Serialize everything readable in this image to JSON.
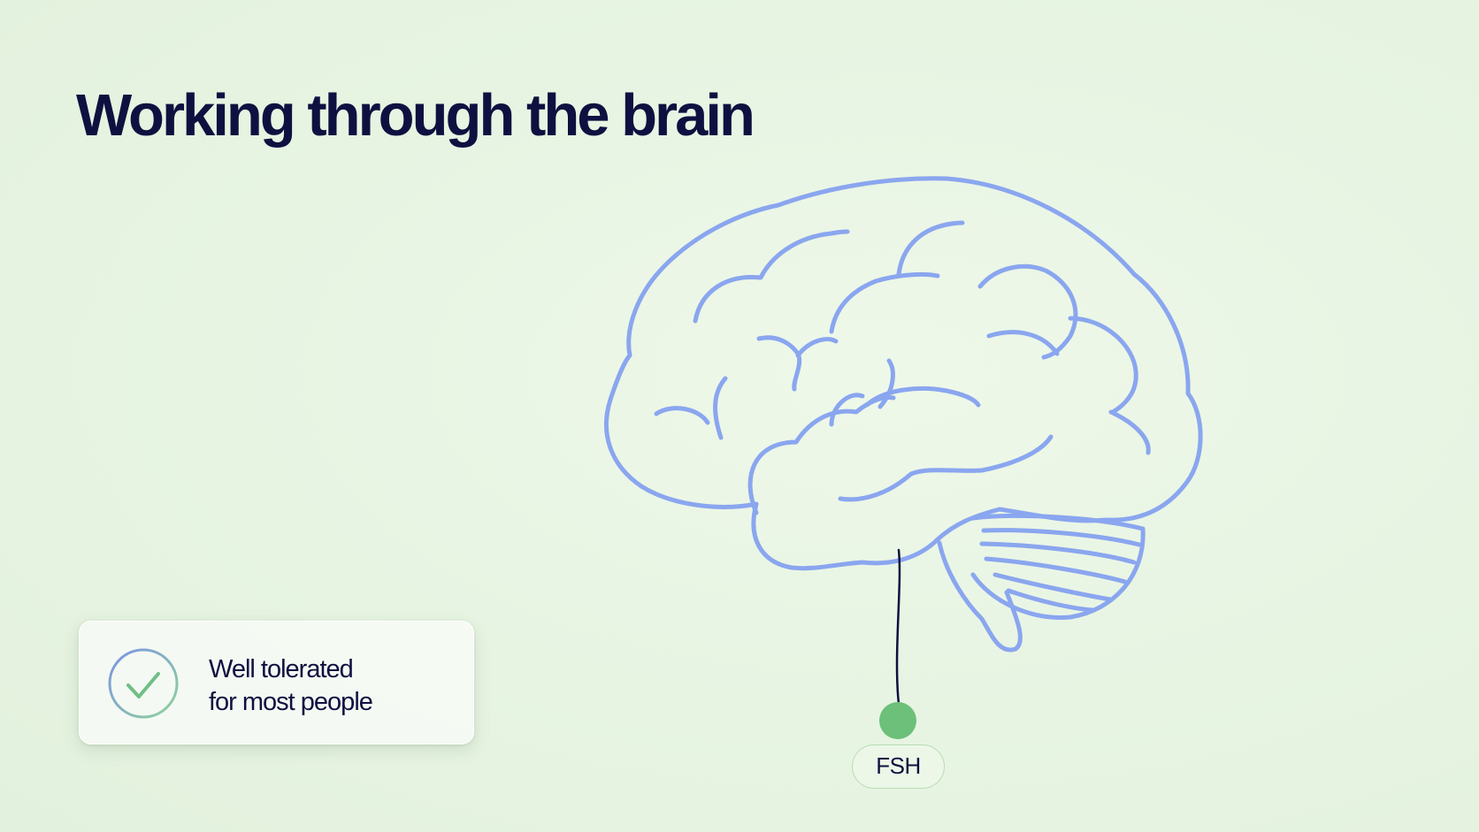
{
  "heading": "Working through the brain",
  "card": {
    "line1": "Well tolerated",
    "line2": "for most people",
    "icon": "check-circle-icon"
  },
  "hormone_label": "FSH",
  "colors": {
    "background": "#e7f4e2",
    "heading": "#0e1140",
    "brain_outline": "#8aa6ef",
    "hormone_dot": "#6cc07a",
    "connector_line": "#0e1140"
  }
}
